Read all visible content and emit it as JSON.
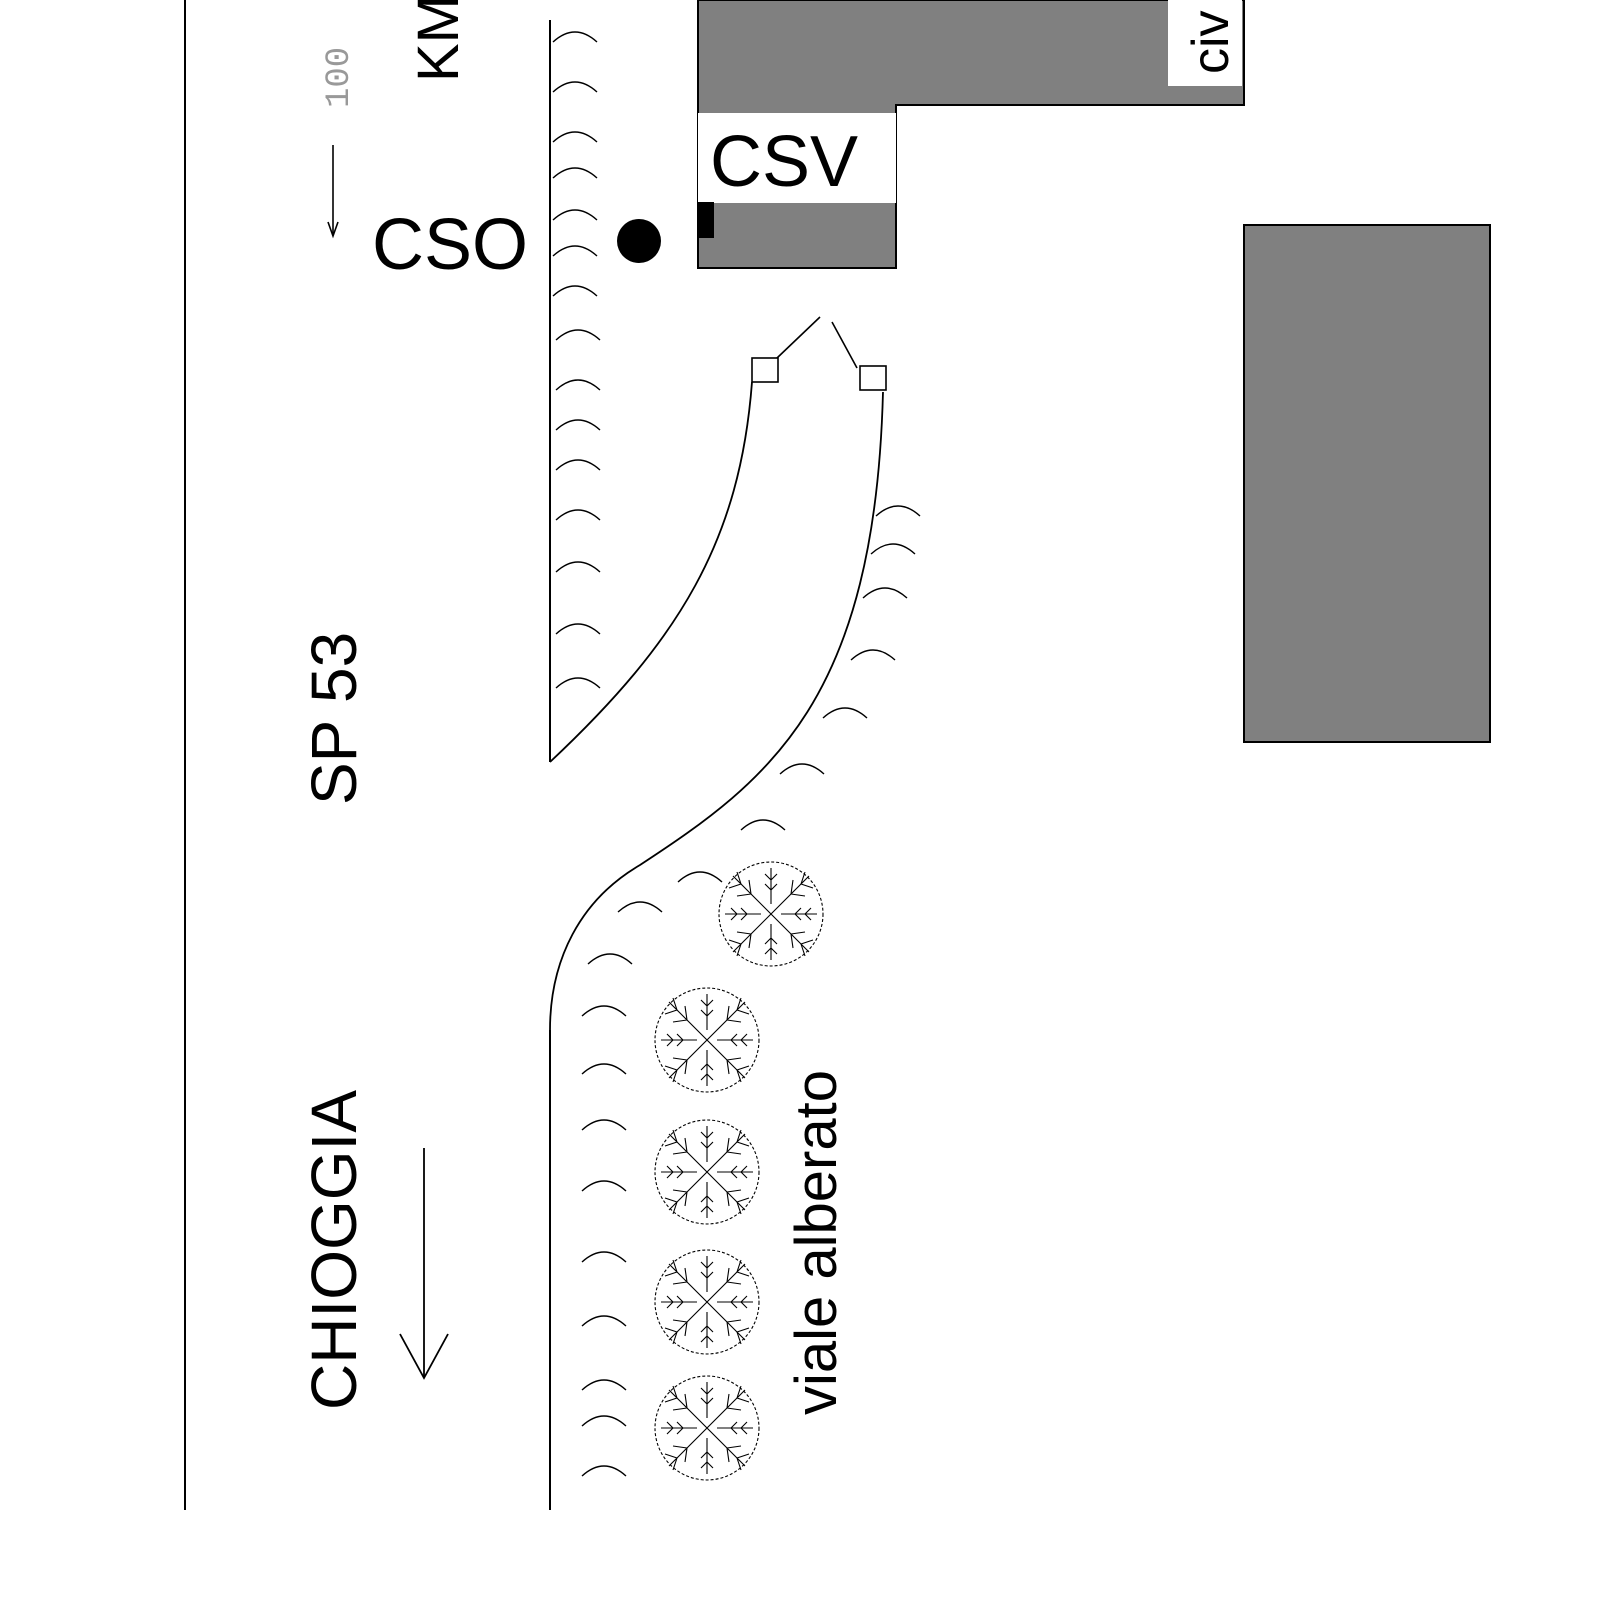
{
  "labels": {
    "cso": "CSO",
    "csv": "CSV",
    "sp53": "SP 53",
    "chioggia": "CHIOGGIA",
    "viale": "viale alberato",
    "km": "KM",
    "civ": "civ",
    "km_marker": "100"
  },
  "colors": {
    "building": "#808080",
    "line": "#000000",
    "background": "#ffffff"
  },
  "icons": {
    "tree": "tree-icon",
    "grass": "grass-tuft-icon",
    "arrow": "direction-arrow-icon",
    "point": "cso-point-icon"
  }
}
